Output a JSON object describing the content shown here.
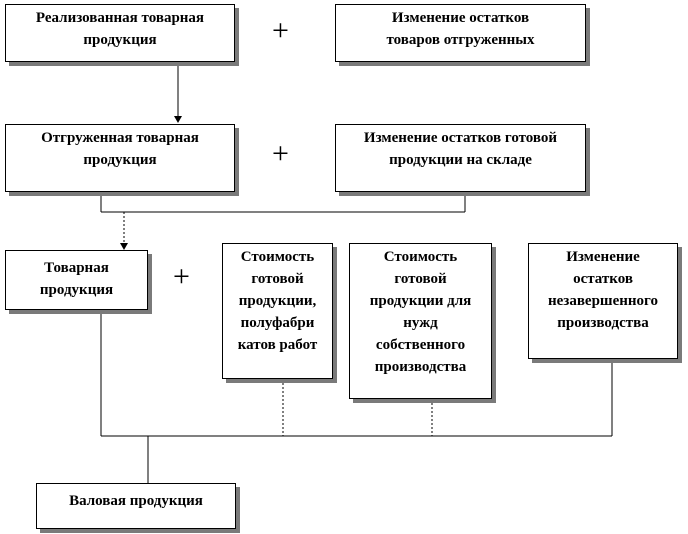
{
  "boxes": {
    "realized": "Реализованная товарная\nпродукция",
    "shipped_change": "Изменение остатков\nтоваров отгруженных",
    "shipped": "Отгруженная товарная\nпродукция",
    "finished_change": "Изменение остатков готовой\nпродукции на складе",
    "commodity": "Товарная\nпродукция",
    "cost_semi": "Стоимость\nготовой\nпродукции,\nполуфабри\nкатов работ",
    "cost_own": "Стоимость\nготовой\nпродукции для\nнужд\nсобственного\nпроизводства",
    "wip_change": "Изменение\nостатков\nнезавершенного\nпроизводства",
    "gross": "Валовая продукция"
  },
  "operators": {
    "plus1": "+",
    "plus2": "+",
    "plus3": "+"
  }
}
